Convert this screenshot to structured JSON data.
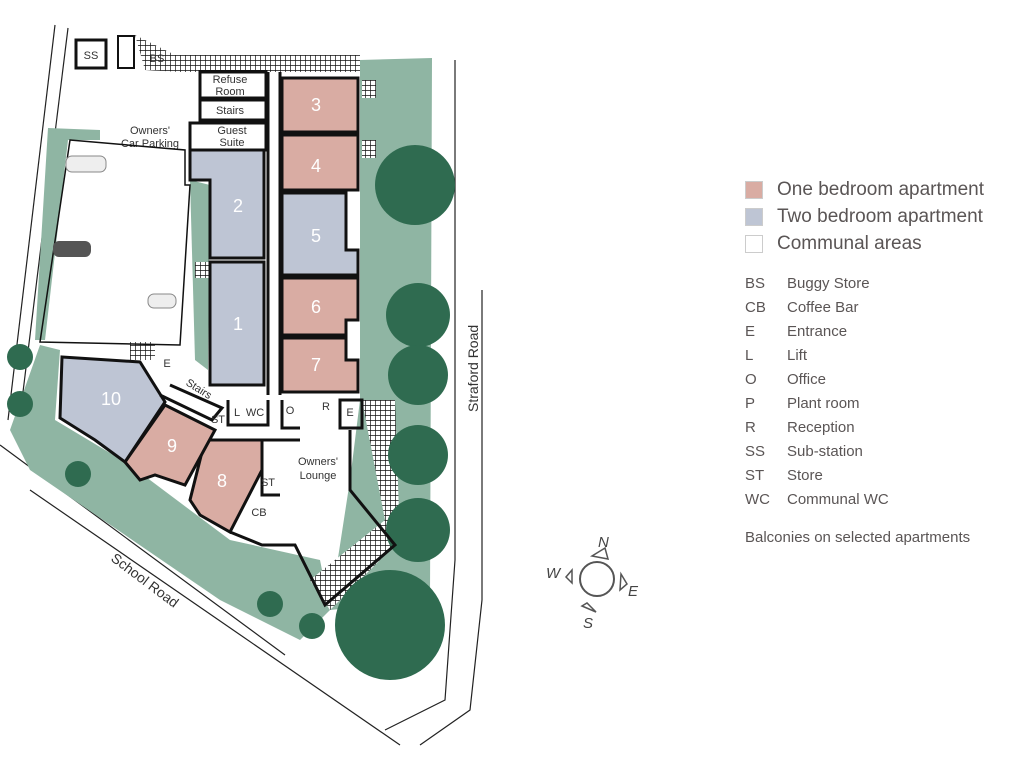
{
  "colors": {
    "one_bedroom": "#d9aca3",
    "two_bedroom": "#bec5d4",
    "communal": "#ffffff",
    "landscape": "#8fb5a3",
    "trees": "#2f6b50",
    "walls": "#111111",
    "text": "#5a5555"
  },
  "plan": {
    "rooms": {
      "ss": "SS",
      "bs": "BS",
      "refuse_1": "Refuse",
      "refuse_2": "Room",
      "stairs_top": "Stairs",
      "guest_1": "Guest",
      "guest_2": "Suite",
      "parking_1": "Owners'",
      "parking_2": "Car Parking",
      "entrance_left": "E",
      "stairs_mid": "Stairs",
      "st_left": "ST",
      "lift": "L",
      "wc": "WC",
      "office": "O",
      "reception": "R",
      "entrance_right": "E",
      "lounge_1": "Owners'",
      "lounge_2": "Lounge",
      "st_right": "ST",
      "cb": "CB"
    },
    "units": [
      {
        "number": "1",
        "type": "two_bedroom"
      },
      {
        "number": "2",
        "type": "two_bedroom"
      },
      {
        "number": "3",
        "type": "one_bedroom"
      },
      {
        "number": "4",
        "type": "one_bedroom"
      },
      {
        "number": "5",
        "type": "two_bedroom"
      },
      {
        "number": "6",
        "type": "one_bedroom"
      },
      {
        "number": "7",
        "type": "one_bedroom"
      },
      {
        "number": "8",
        "type": "one_bedroom"
      },
      {
        "number": "9",
        "type": "one_bedroom"
      },
      {
        "number": "10",
        "type": "two_bedroom"
      }
    ],
    "roads": {
      "school": "School Road",
      "straford": "Straford Road"
    },
    "compass": {
      "n": "N",
      "e": "E",
      "s": "S",
      "w": "W"
    }
  },
  "legend": {
    "keys": [
      {
        "label": "One bedroom apartment",
        "color": "#d9aca3"
      },
      {
        "label": "Two bedroom apartment",
        "color": "#bec5d4"
      },
      {
        "label": "Communal areas",
        "color": "#ffffff"
      }
    ],
    "abbreviations": [
      {
        "code": "BS",
        "meaning": "Buggy Store"
      },
      {
        "code": "CB",
        "meaning": "Coffee Bar"
      },
      {
        "code": "E",
        "meaning": "Entrance"
      },
      {
        "code": "L",
        "meaning": "Lift"
      },
      {
        "code": "O",
        "meaning": "Office"
      },
      {
        "code": "P",
        "meaning": "Plant room"
      },
      {
        "code": "R",
        "meaning": "Reception"
      },
      {
        "code": "SS",
        "meaning": "Sub-station"
      },
      {
        "code": "ST",
        "meaning": "Store"
      },
      {
        "code": "WC",
        "meaning": "Communal WC"
      }
    ],
    "note": "Balconies on selected apartments"
  }
}
